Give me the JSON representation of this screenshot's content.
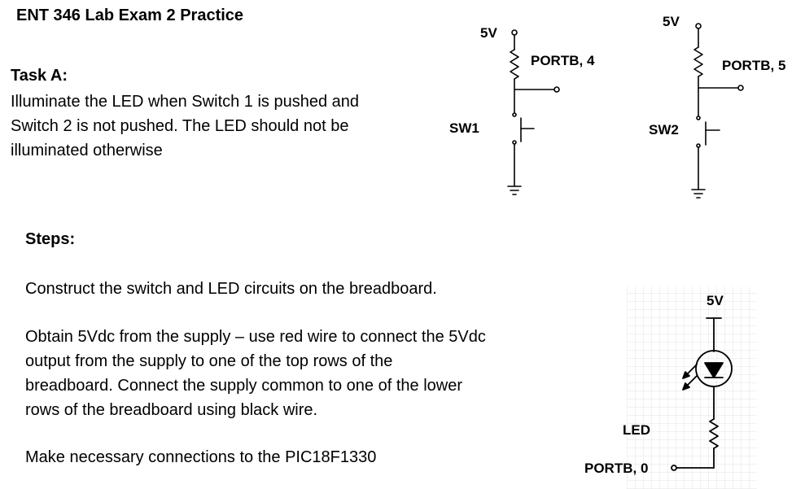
{
  "title": "ENT 346 Lab Exam 2 Practice",
  "task": {
    "heading": "Task A:",
    "lines": [
      "Illuminate the LED when Switch 1 is pushed and",
      "Switch 2 is not pushed.  The LED should not be",
      "illuminated otherwise"
    ]
  },
  "steps": {
    "heading": "Steps:",
    "items": [
      [
        "Construct the switch and LED circuits on the breadboard."
      ],
      [
        "Obtain 5Vdc from the supply – use red wire to connect the 5Vdc",
        "output from the supply to one of the top rows of the",
        "breadboard.  Connect the supply common to one of the lower",
        "rows of the breadboard using black wire."
      ],
      [
        "Make necessary connections to the PIC18F1330"
      ]
    ]
  },
  "circuits": {
    "sw1": {
      "supply": "5V",
      "port": "PORTB, 4",
      "switch": "SW1"
    },
    "sw2": {
      "supply": "5V",
      "port": "PORTB, 5",
      "switch": "SW2"
    },
    "led": {
      "supply": "5V",
      "label": "LED",
      "port": "PORTB, 0"
    }
  },
  "colors": {
    "ink": "#000000",
    "grid": "#e3e3e3",
    "background": "#ffffff"
  }
}
